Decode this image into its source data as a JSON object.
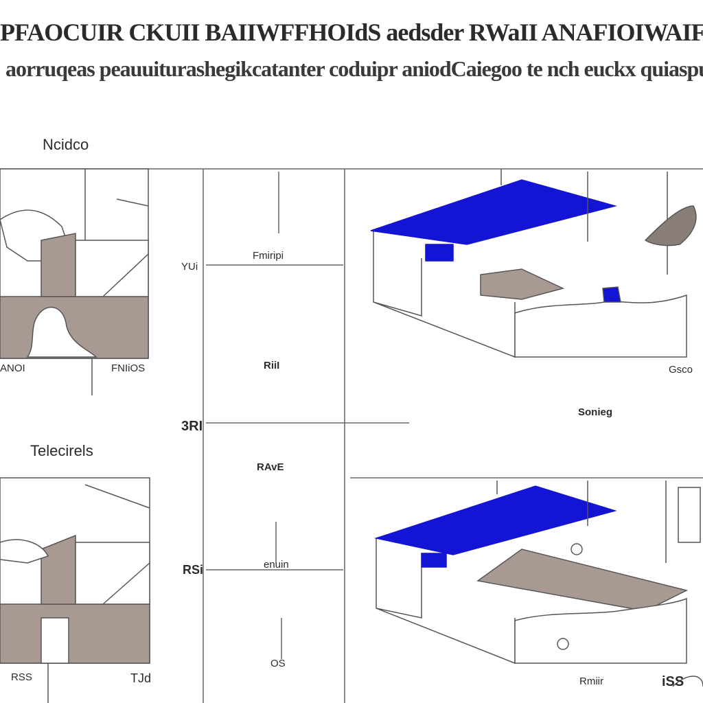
{
  "header": {
    "title_line1": "PFAOCUIR CKUII BAIIWFFHOIdS aedsder RWaII ANAFIOIWAIFILIEKCTO vord fheSOURERSE",
    "title_line2": "aorruqeas peauuiturashegikcatanter coduipr aniodCaiegoo te nch euckx quiaspup"
  },
  "sections": {
    "top": "Ncidco",
    "bottom": "Telecirels"
  },
  "labels": {
    "top_left_a": "ANOI",
    "top_left_b": "FNIiOS",
    "col_top": "Fmiripi",
    "col_mid": "RiiI",
    "col_low": "RAvE",
    "col_bottom": "enuin",
    "axis_top": "YUi",
    "axis_mid": "3RI",
    "axis_low": "RSi",
    "axis_bottom": "OS",
    "iso_mid": "Sonieg",
    "iso_right": "Gsco",
    "iso_bottom_mid": "Rmiir",
    "iso_bottom_right": "iSS",
    "bl_a": "RSS",
    "bl_b": "TJd"
  },
  "colors": {
    "accent_blue": "#1414d4",
    "floor_brown": "#a89a92",
    "line": "#555555"
  }
}
